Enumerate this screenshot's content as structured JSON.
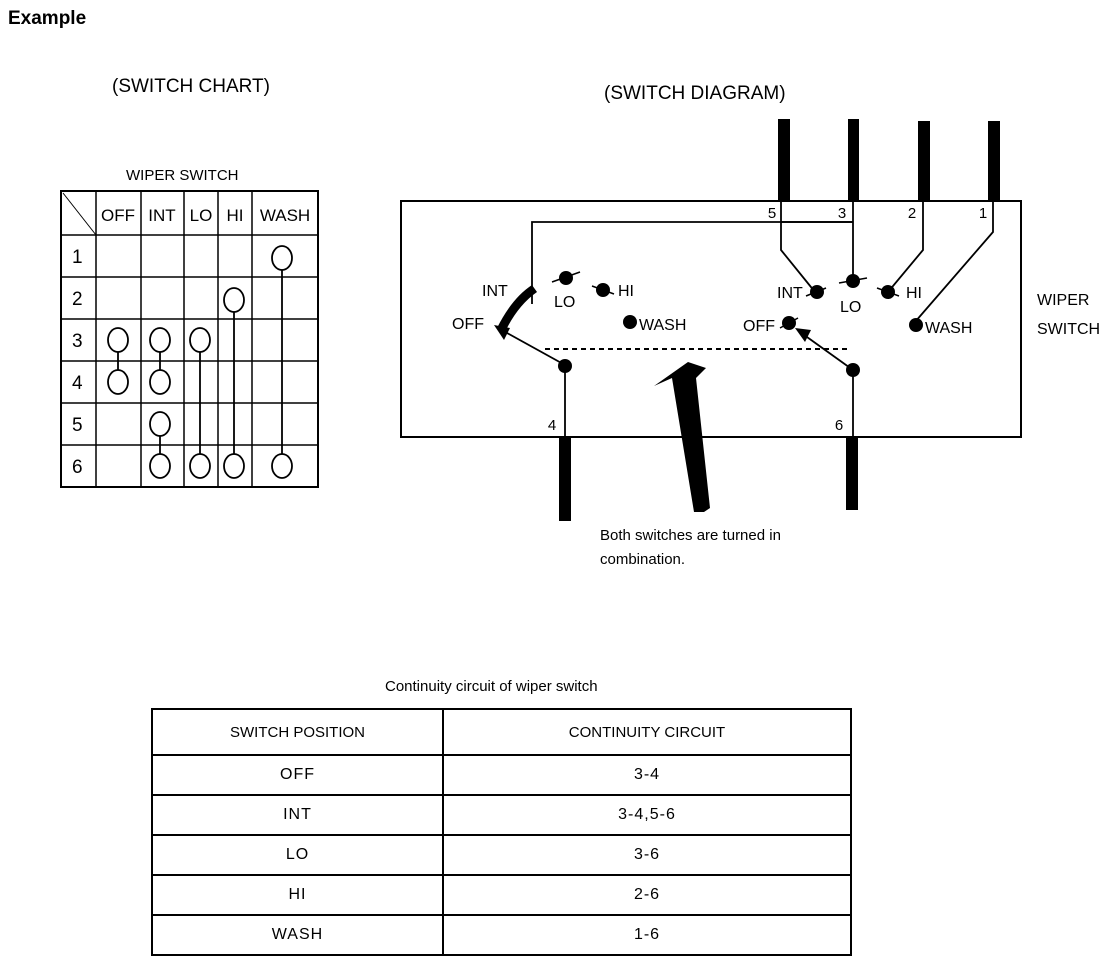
{
  "heading": "Example",
  "switch_chart": {
    "title": "(SWITCH CHART)",
    "caption": "WIPER SWITCH",
    "columns": [
      "OFF",
      "INT",
      "LO",
      "HI",
      "WASH"
    ],
    "rows": [
      "1",
      "2",
      "3",
      "4",
      "5",
      "6"
    ],
    "continuity": [
      {
        "position": "OFF",
        "terminals": [
          "3",
          "4"
        ]
      },
      {
        "position": "INT",
        "terminals": [
          "3",
          "4",
          "5",
          "6"
        ]
      },
      {
        "position": "LO",
        "terminals": [
          "3",
          "6"
        ]
      },
      {
        "position": "HI",
        "terminals": [
          "2",
          "6"
        ]
      },
      {
        "position": "WASH",
        "terminals": [
          "1",
          "6"
        ]
      }
    ]
  },
  "switch_diagram": {
    "title": "(SWITCH DIAGRAM)",
    "terminals_top": [
      "5",
      "3",
      "2",
      "1"
    ],
    "terminals_bottom": [
      "4",
      "6"
    ],
    "left_positions": [
      "INT",
      "OFF",
      "LO",
      "HI",
      "WASH"
    ],
    "right_positions": [
      "INT",
      "OFF",
      "LO",
      "HI",
      "WASH"
    ],
    "side_label": [
      "WIPER",
      "SWITCH"
    ],
    "note": [
      "Both switches are turned in",
      "combination."
    ]
  },
  "continuity_table": {
    "caption": "Continuity circuit of wiper switch",
    "headers": [
      "SWITCH POSITION",
      "CONTINUITY CIRCUIT"
    ],
    "rows": [
      {
        "position": "OFF",
        "circuit": "3-4"
      },
      {
        "position": "INT",
        "circuit": "3-4,5-6"
      },
      {
        "position": "LO",
        "circuit": "3-6"
      },
      {
        "position": "HI",
        "circuit": "2-6"
      },
      {
        "position": "WASH",
        "circuit": "1-6"
      }
    ]
  }
}
